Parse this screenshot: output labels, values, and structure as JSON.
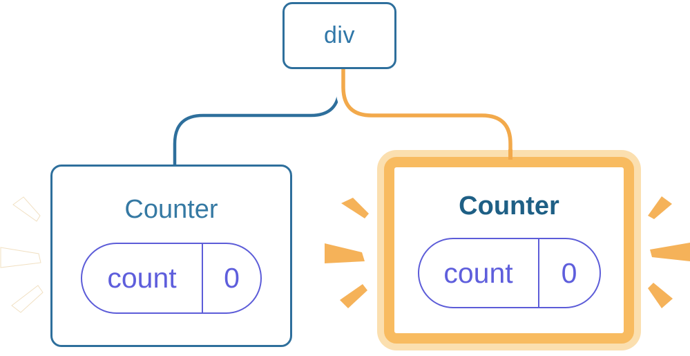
{
  "diagram": {
    "description": "React component tree: a div parent with two Counter children; the right Counter is highlighted as freshly rendered",
    "root": {
      "label": "div"
    },
    "children": [
      {
        "title": "Counter",
        "emphasized": false,
        "state": {
          "key": "count",
          "value": "0"
        }
      },
      {
        "title": "Counter",
        "emphasized": true,
        "state": {
          "key": "count",
          "value": "0"
        }
      }
    ],
    "colors": {
      "wire_blue": "#2E6F9C",
      "root_label_blue": "#3077A8",
      "left_title_blue": "#3579A3",
      "right_title_blue": "#1E5F85",
      "state_purple_border": "#5C5CD8",
      "state_purple_text": "#5E5EDC",
      "wire_orange_core": "#F2A94B",
      "highlight_border_orange": "#F8BB60",
      "highlight_glow_cream": "#FBDFAF",
      "spark_orange": "#F5B259",
      "spark_white": "#FFFFFF"
    }
  }
}
